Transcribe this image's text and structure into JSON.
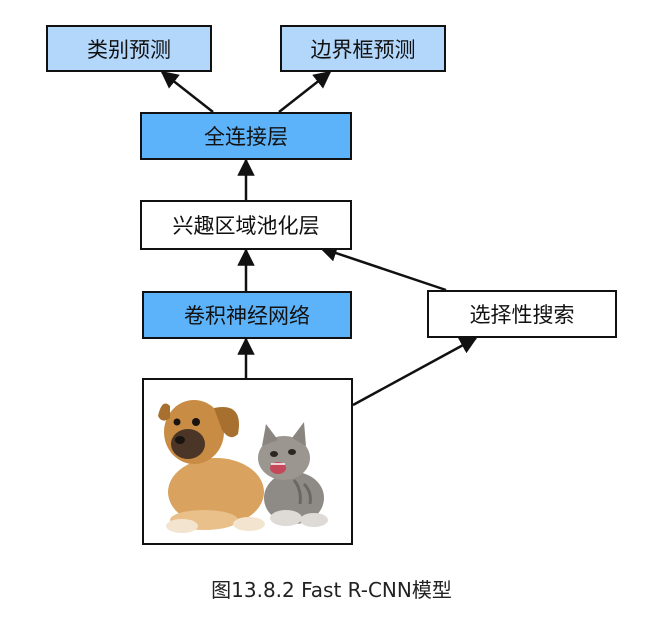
{
  "boxes": {
    "class_prediction": "类别预测",
    "bbox_prediction": "边界框预测",
    "fully_connected": "全连接层",
    "roi_pooling": "兴趣区域池化层",
    "cnn": "卷积神经网络",
    "selective_search": "选择性搜索"
  },
  "photo": {
    "subjects": [
      "puppy",
      "kitten"
    ]
  },
  "caption": "图13.8.2  Fast R-CNN模型",
  "colors": {
    "light_blue": "#b3d7fb",
    "blue": "#5cb3fa",
    "border": "#111111"
  }
}
